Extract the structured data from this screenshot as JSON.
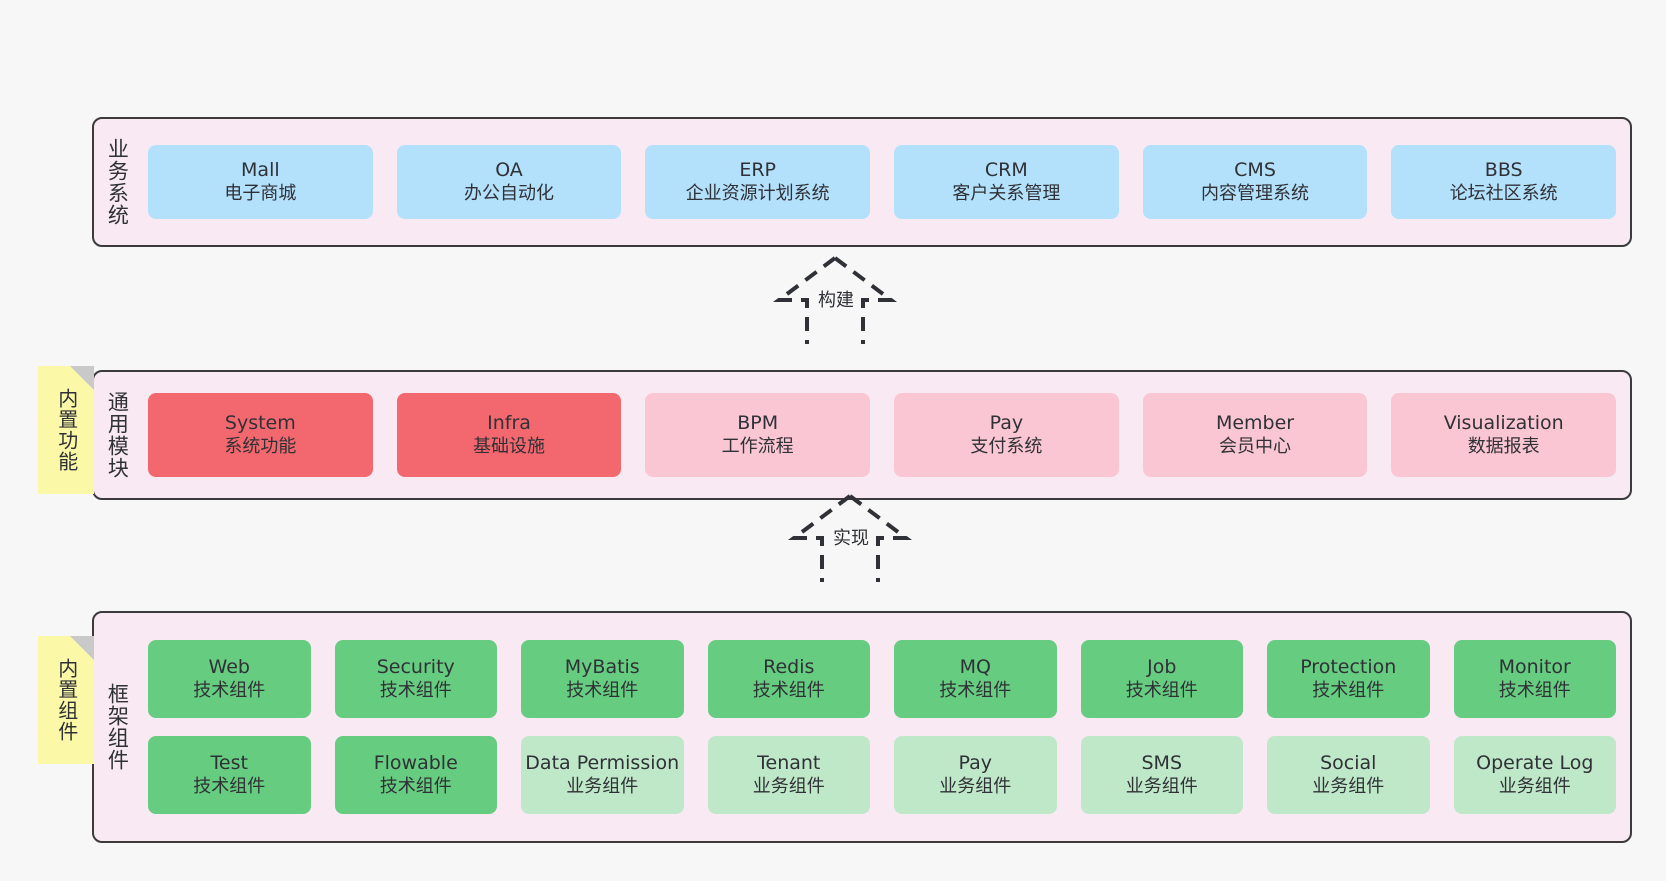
{
  "diagram": {
    "background_color": "#f7f7f7",
    "section_fill": "#f8e9f3",
    "section_border": "#3b3b3b",
    "note_fill": "#fbf8a8"
  },
  "sections": [
    {
      "id": "business",
      "title": "业务系统",
      "rows": [
        [
          {
            "en": "Mall",
            "cn": "电子商城",
            "color": "#b3e0fb",
            "style": "blue"
          },
          {
            "en": "OA",
            "cn": "办公自动化",
            "color": "#b3e0fb",
            "style": "blue"
          },
          {
            "en": "ERP",
            "cn": "企业资源计划系统",
            "color": "#b3e0fb",
            "style": "blue"
          },
          {
            "en": "CRM",
            "cn": "客户关系管理",
            "color": "#b3e0fb",
            "style": "blue"
          },
          {
            "en": "CMS",
            "cn": "内容管理系统",
            "color": "#b3e0fb",
            "style": "blue"
          },
          {
            "en": "BBS",
            "cn": "论坛社区系统",
            "color": "#b3e0fb",
            "style": "blue"
          }
        ]
      ]
    },
    {
      "id": "common",
      "title": "通用模块",
      "note": "内置功能",
      "rows": [
        [
          {
            "en": "System",
            "cn": "系统功能",
            "color": "#f2686e",
            "style": "red"
          },
          {
            "en": "Infra",
            "cn": "基础设施",
            "color": "#f2686e",
            "style": "red"
          },
          {
            "en": "BPM",
            "cn": "工作流程",
            "color": "#fbc6d3",
            "style": "pink"
          },
          {
            "en": "Pay",
            "cn": "支付系统",
            "color": "#fbc6d3",
            "style": "pink"
          },
          {
            "en": "Member",
            "cn": "会员中心",
            "color": "#fbc6d3",
            "style": "pink"
          },
          {
            "en": "Visualization",
            "cn": "数据报表",
            "color": "#fbc6d3",
            "style": "pink"
          }
        ]
      ]
    },
    {
      "id": "framework",
      "title": "框架组件",
      "note": "内置组件",
      "rows": [
        [
          {
            "en": "Web",
            "cn": "技术组件",
            "color": "#66cc80",
            "style": "green"
          },
          {
            "en": "Security",
            "cn": "技术组件",
            "color": "#66cc80",
            "style": "green"
          },
          {
            "en": "MyBatis",
            "cn": "技术组件",
            "color": "#66cc80",
            "style": "green"
          },
          {
            "en": "Redis",
            "cn": "技术组件",
            "color": "#66cc80",
            "style": "green"
          },
          {
            "en": "MQ",
            "cn": "技术组件",
            "color": "#66cc80",
            "style": "green"
          },
          {
            "en": "Job",
            "cn": "技术组件",
            "color": "#66cc80",
            "style": "green"
          },
          {
            "en": "Protection",
            "cn": "技术组件",
            "color": "#66cc80",
            "style": "green"
          },
          {
            "en": "Monitor",
            "cn": "技术组件",
            "color": "#66cc80",
            "style": "green"
          }
        ],
        [
          {
            "en": "Test",
            "cn": "技术组件",
            "color": "#66cc80",
            "style": "green"
          },
          {
            "en": "Flowable",
            "cn": "技术组件",
            "color": "#66cc80",
            "style": "green"
          },
          {
            "en": "Data Permission",
            "cn": "业务组件",
            "color": "#bfe8c9",
            "style": "lightgreen"
          },
          {
            "en": "Tenant",
            "cn": "业务组件",
            "color": "#bfe8c9",
            "style": "lightgreen"
          },
          {
            "en": "Pay",
            "cn": "业务组件",
            "color": "#bfe8c9",
            "style": "lightgreen"
          },
          {
            "en": "SMS",
            "cn": "业务组件",
            "color": "#bfe8c9",
            "style": "lightgreen"
          },
          {
            "en": "Social",
            "cn": "业务组件",
            "color": "#bfe8c9",
            "style": "lightgreen"
          },
          {
            "en": "Operate Log",
            "cn": "业务组件",
            "color": "#bfe8c9",
            "style": "lightgreen"
          }
        ]
      ]
    }
  ],
  "connectors": [
    {
      "id": "build",
      "label": "构建",
      "direction": "up",
      "style": "dashed-hollow-triangle"
    },
    {
      "id": "impl",
      "label": "实现",
      "direction": "up",
      "style": "dashed-hollow-triangle"
    }
  ]
}
